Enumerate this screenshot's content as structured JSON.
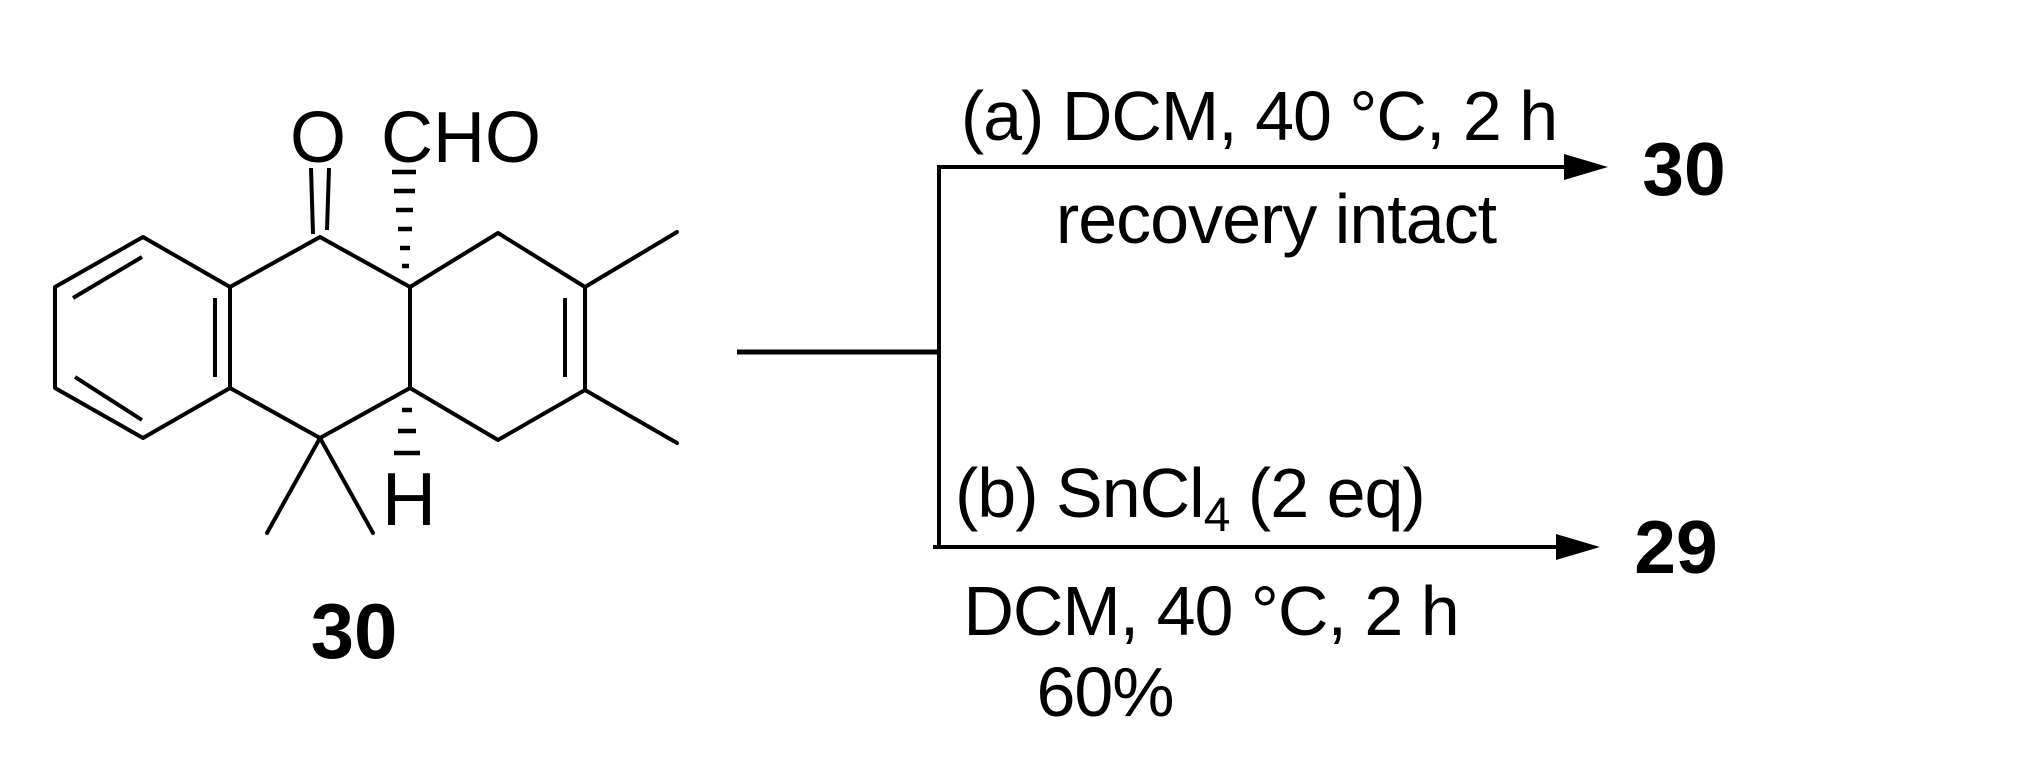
{
  "scheme": {
    "background_color": "#ffffff",
    "ink_color": "#000000",
    "reactant": {
      "compound_label": "30",
      "atom_labels": {
        "ketone_oxygen": "O",
        "aldehyde_group": "CHO",
        "ring_fusion_hydrogen": "H"
      }
    },
    "branch_a": {
      "conditions_line1": "(a) DCM, 40 °C, 2 h",
      "conditions_line2": "recovery intact",
      "product_label": "30"
    },
    "branch_b": {
      "conditions_line1_pre": "(b) SnCl",
      "conditions_line1_subscript": "4",
      "conditions_line1_post": " (2 eq)",
      "conditions_line2": "DCM, 40 °C, 2 h",
      "conditions_line3": "60%",
      "product_label": "29"
    }
  }
}
